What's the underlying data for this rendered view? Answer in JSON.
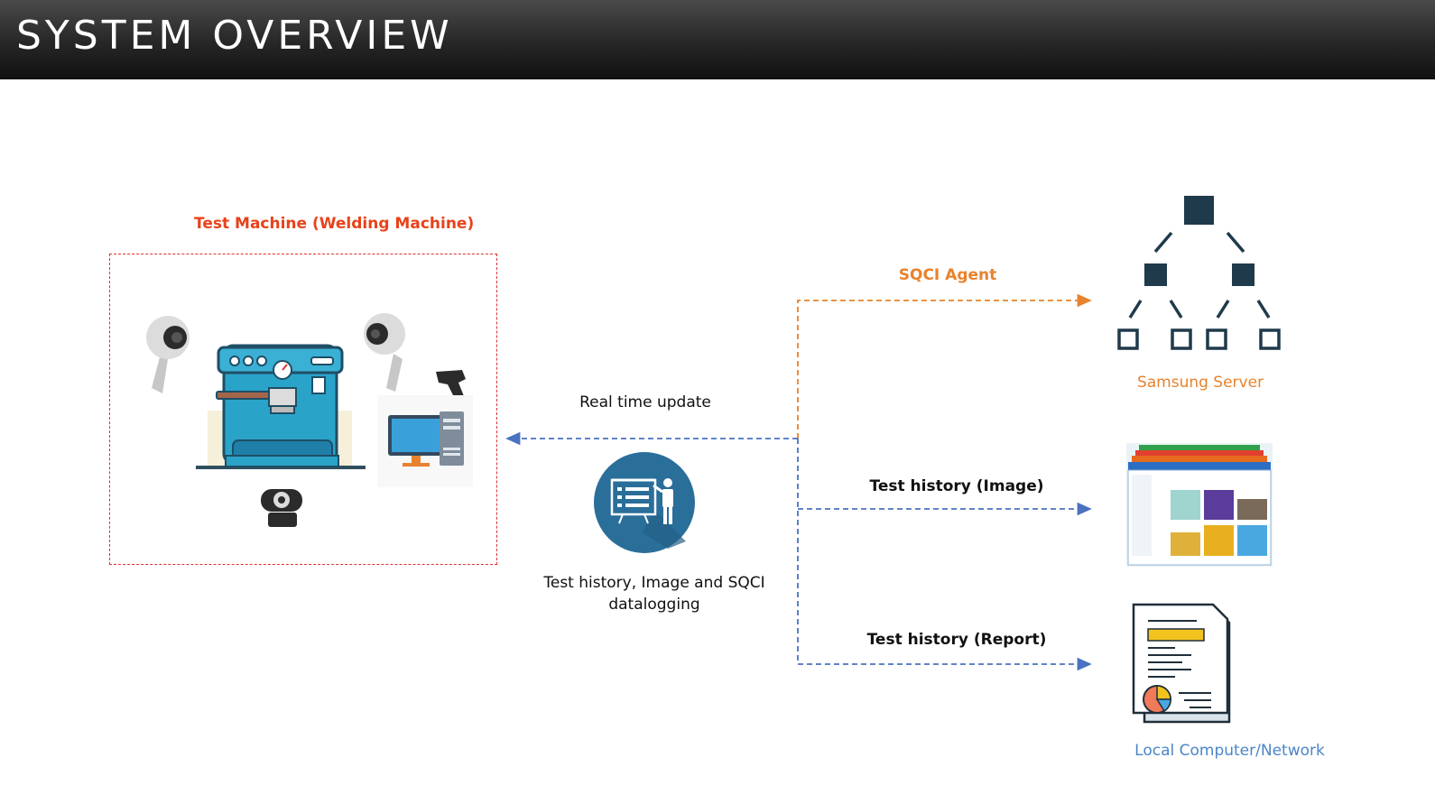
{
  "page": {
    "title": "SYSTEM OVERVIEW"
  },
  "diagram": {
    "machine_title": "Test Machine (Welding Machine)",
    "agent_label": "SQCI Agent",
    "realtime_label": "Real time update",
    "image_history_label": "Test history (Image)",
    "report_history_label": "Test history (Report)",
    "datalogging_label": "Test history, Image and SQCI datalogging",
    "server_label": "Samsung Server",
    "local_label": "Local Computer/Network"
  },
  "colors": {
    "machine_title": "#e8421a",
    "machine_border": "#e03030",
    "agent": "#e8822d",
    "arrows_blue": "#4a72c0",
    "server_icon": "#1f3a4a",
    "datalog_circle": "#2a6e9a",
    "local_label": "#4a86c8"
  },
  "icons": [
    "camera-icon",
    "welding-machine-icon",
    "computer-icon",
    "barcode-scanner-icon",
    "webcam-icon",
    "presentation-icon",
    "server-hierarchy-icon",
    "image-explorer-icon",
    "report-document-icon"
  ]
}
